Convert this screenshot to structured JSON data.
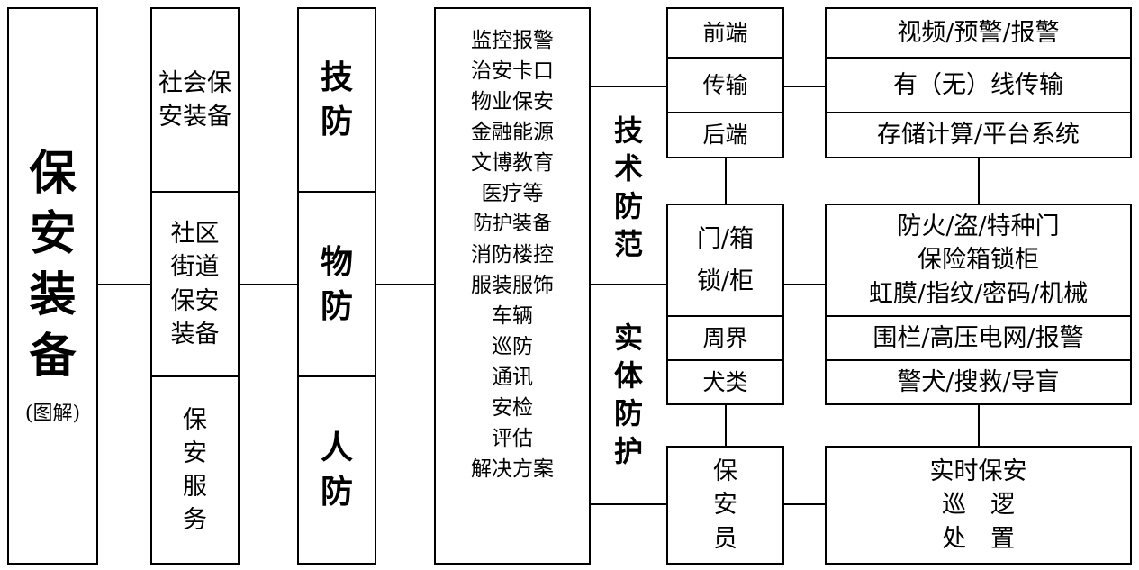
{
  "title": {
    "main": "保安装备",
    "sub": "(图解)"
  },
  "col2": {
    "social": "社会保安装备",
    "community": "社区街道保安装备",
    "service": "保安服务"
  },
  "col3": {
    "tech": "技防",
    "physical": "物防",
    "human": "人防"
  },
  "applications": [
    "监控报警",
    "治安卡口",
    "物业保安",
    "金融能源",
    "文博教育",
    "医疗等",
    "防护装备",
    "消防楼控",
    "服装服饰",
    "车辆",
    "巡防",
    "通讯",
    "安检",
    "评估",
    "解决方案"
  ],
  "mid_labels": {
    "tech_defense": "技术防范",
    "physical_protection": "实体防护"
  },
  "col5": {
    "front": "前端",
    "transmission": "传输",
    "back": "后端",
    "locks_line1": "门/箱",
    "locks_line2": "锁/柜",
    "perimeter": "周界",
    "dogs": "犬类",
    "guard": "保安员"
  },
  "col6": {
    "front_detail": "视频/预警/报警",
    "transmission_detail": "有（无）线传输",
    "back_detail": "存储计算/平台系统",
    "locks_detail": [
      "防火/盗/特种门",
      "保险箱锁柜",
      "虹膜/指纹/密码/机械"
    ],
    "perimeter_detail": "围栏/高压电网/报警",
    "dogs_detail": "警犬/搜救/导盲",
    "guard_detail": [
      "实时保安",
      "巡　逻",
      "处　置"
    ]
  }
}
